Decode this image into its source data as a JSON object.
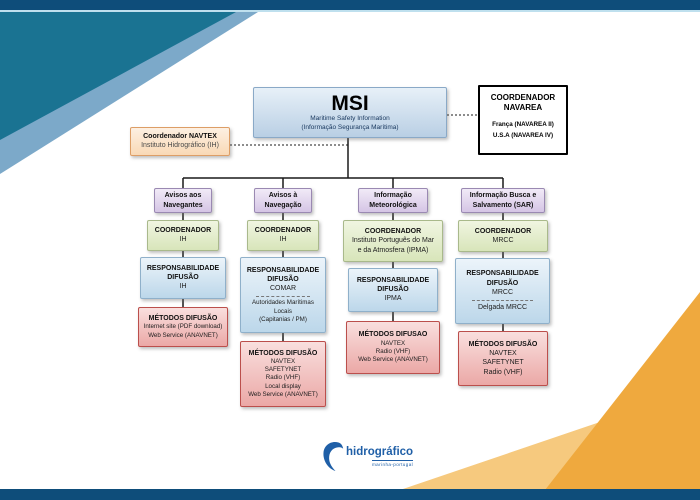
{
  "root": {
    "title": "MSI",
    "subtitle1": "Maritime Safety Information",
    "subtitle2": "(Informação Segurança Marítima)"
  },
  "navarea": {
    "title": "COORDENADOR\nNAVAREA",
    "line1": "França (NAVAREA II)",
    "line2": "U.S.A (NAVAREA IV)"
  },
  "navtex": {
    "title": "Coordenador NAVTEX",
    "subtitle": "Instituto Hidrográfico (IH)"
  },
  "columns": [
    {
      "header": "Avisos aos\nNavegantes",
      "coord_title": "COORDENADOR",
      "coord_body": "IH",
      "resp_title": "RESPONSABILIDADE\nDIFUSÃO",
      "resp_body": "IH",
      "met_title": "MÉTODOS DIFUSÃO",
      "met_body": "Internet site (PDF download)\nWeb Service (ANAVNET)"
    },
    {
      "header": "Avisos à\nNavegação",
      "coord_title": "COORDENADOR",
      "coord_body": "IH",
      "resp_title": "RESPONSABILIDADE\nDIFUSÃO",
      "resp_body": "COMAR",
      "resp_extra": "Autoridades Marítimas\nLocais\n(Capitanias / PM)",
      "met_title": "MÉTODOS DIFUSÃO",
      "met_body": "NAVTEX\nSAFETYNET\nRadio (VHF)\nLocal display\nWeb Service (ANAVNET)"
    },
    {
      "header": "Informação\nMeteorológica",
      "coord_title": "COORDENADOR",
      "coord_body": "Instituto Português do Mar\ne da Atmosfera (IPMA)",
      "resp_title": "RESPONSABILIDADE\nDIFUSÃO",
      "resp_body": "IPMA",
      "met_title": "MÉTODOS DIFUSAO",
      "met_body": "NAVTEX\nRadio (VHF)\nWeb Service (ANAVNET)"
    },
    {
      "header": "Informação Busca e\nSalvamento (SAR)",
      "coord_title": "COORDENADOR",
      "coord_body": "MRCC",
      "resp_title": "RESPONSABILIDADE\nDIFUSÃO",
      "resp_body": "MRCC",
      "resp_extra": "Delgada MRCC",
      "met_title": "MÉTODOS DIFUSÃO",
      "met_body": "NAVTEX\nSAFETYNET\nRadio (VHF)"
    }
  ],
  "logo": {
    "name": "hidrográfico",
    "subname": "marinha-portugal"
  },
  "colors": {
    "top_bar": "#0e4d7a",
    "bottom_bar": "#0e4d7a",
    "teal_triangle": "#1a7392",
    "steel_triangle": "#7ca9c9",
    "orange_light": "#f6c97e",
    "orange_dark": "#efa93e",
    "accent_red_border": "#bb4f4c",
    "logo_blue": "#1f5fa7"
  }
}
